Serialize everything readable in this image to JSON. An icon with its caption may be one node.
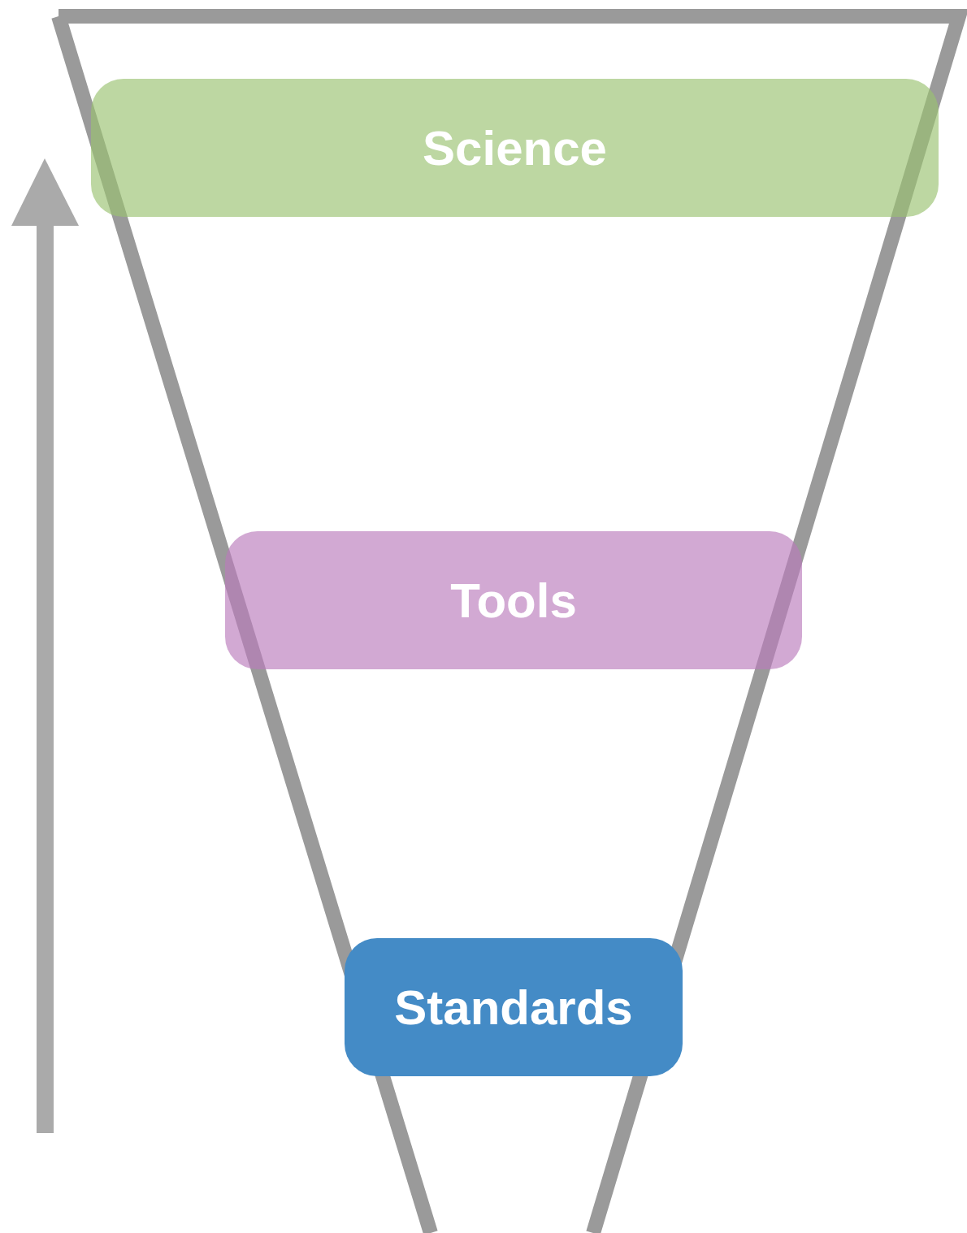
{
  "diagram": {
    "nodes": [
      {
        "text": [
          "Science"
        ]
      },
      {
        "text": [
          "Tools"
        ]
      },
      {
        "text": [
          "Standards"
        ]
      }
    ]
  }
}
